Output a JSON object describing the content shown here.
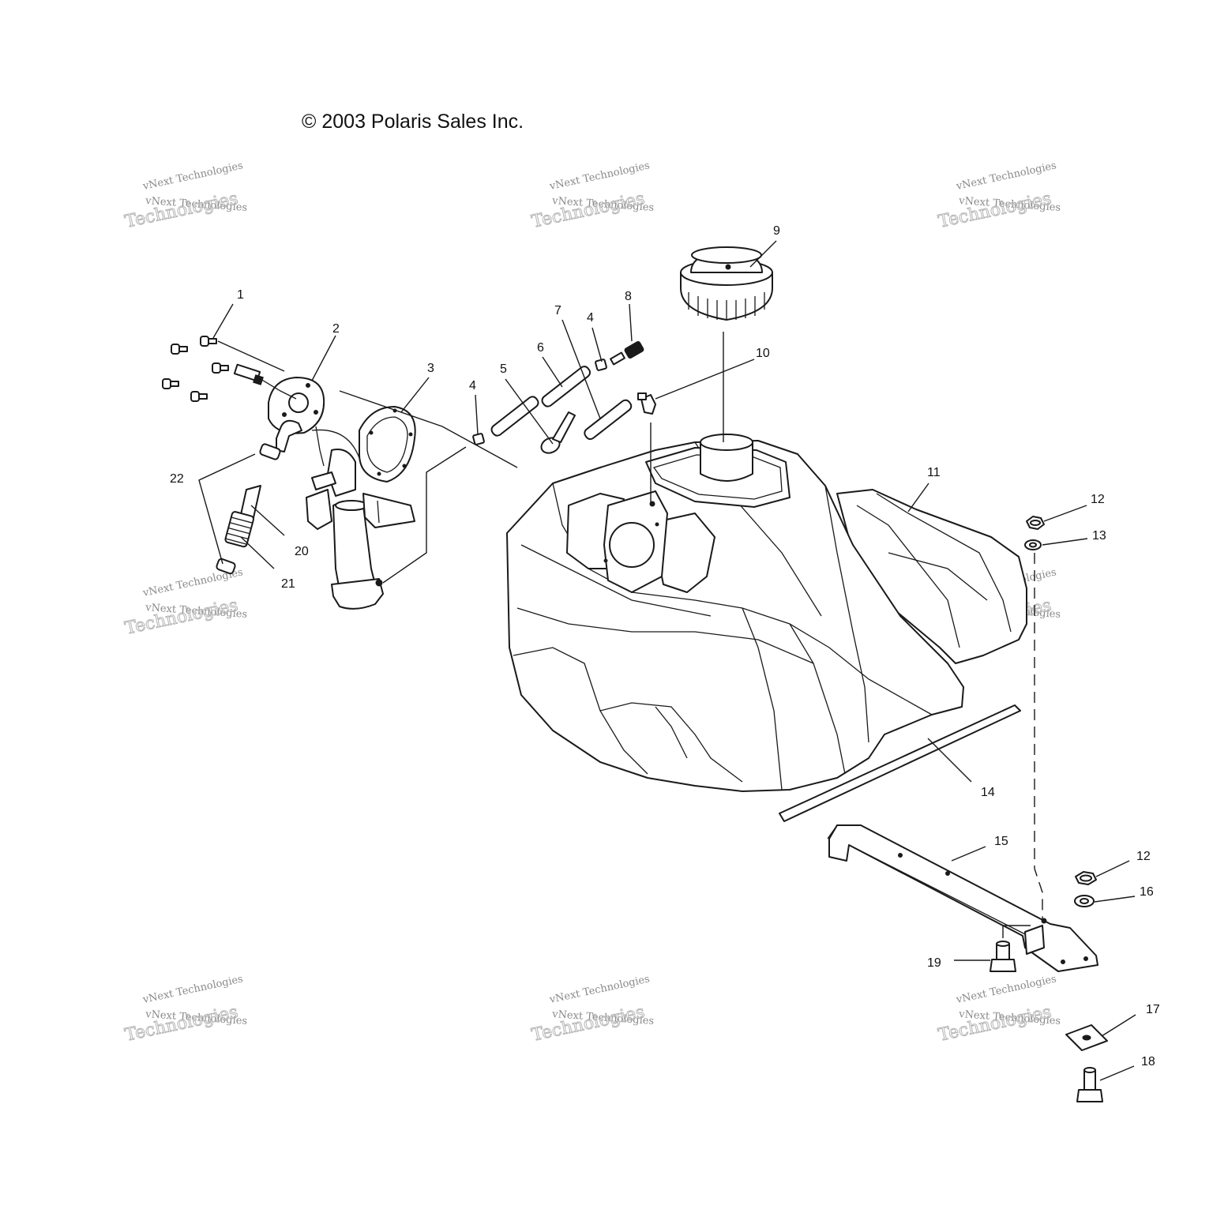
{
  "copyright": "© 2003 Polaris Sales Inc.",
  "watermark": {
    "line1": "vNext Technologies",
    "line2": "vNext Technologies",
    "line3": "Technologies"
  },
  "callouts": {
    "c1": "1",
    "c2": "2",
    "c3": "3",
    "c4a": "4",
    "c4b": "4",
    "c5": "5",
    "c6": "6",
    "c7": "7",
    "c8": "8",
    "c9": "9",
    "c10": "10",
    "c11": "11",
    "c12a": "12",
    "c12b": "12",
    "c13": "13",
    "c14": "14",
    "c15": "15",
    "c16": "16",
    "c17": "17",
    "c18": "18",
    "c19": "19",
    "c20": "20",
    "c21": "21",
    "c22": "22"
  },
  "colors": {
    "ink": "#1a1a1a",
    "watermark": "#9a9a9a"
  },
  "icons": [
    "fuel-tank-icon",
    "fuel-cap-icon",
    "fuel-pump-icon",
    "bracket-icon",
    "bolt-icon",
    "nut-icon",
    "washer-icon"
  ]
}
